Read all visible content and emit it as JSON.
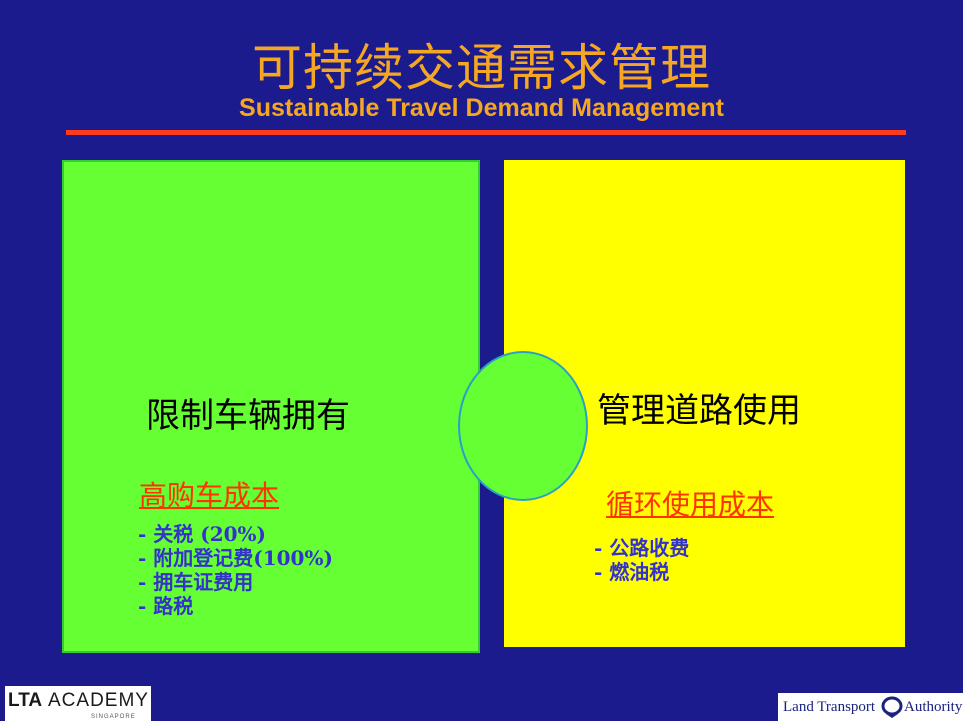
{
  "title": {
    "chinese": "可持续交通需求管理",
    "english": "Sustainable Travel Demand Management"
  },
  "left_panel": {
    "heading": "限制车辆拥有",
    "subheading": "高购车成本",
    "items": [
      "- 关税 (20%)",
      "- 附加登记费(100%)",
      "- 拥车证费用",
      "- 路税"
    ]
  },
  "right_panel": {
    "heading": "管理道路使用",
    "subheading": "循环使用成本",
    "items": [
      "- 公路收费",
      "- 燃油税"
    ]
  },
  "footer": {
    "left_logo": {
      "bold": "LTA",
      "light": "ACADEMY",
      "tagline": "SINGAPORE"
    },
    "right_logo": {
      "text_before": "Land Transport",
      "text_after": "Authority"
    }
  },
  "colors": {
    "background": "#1b1b8e",
    "title": "#f5a623",
    "divider": "#ff3b1f",
    "left_box": "#66ff33",
    "right_box": "#ffff00",
    "subheading": "#ff3300",
    "list_text": "#3333cc"
  }
}
